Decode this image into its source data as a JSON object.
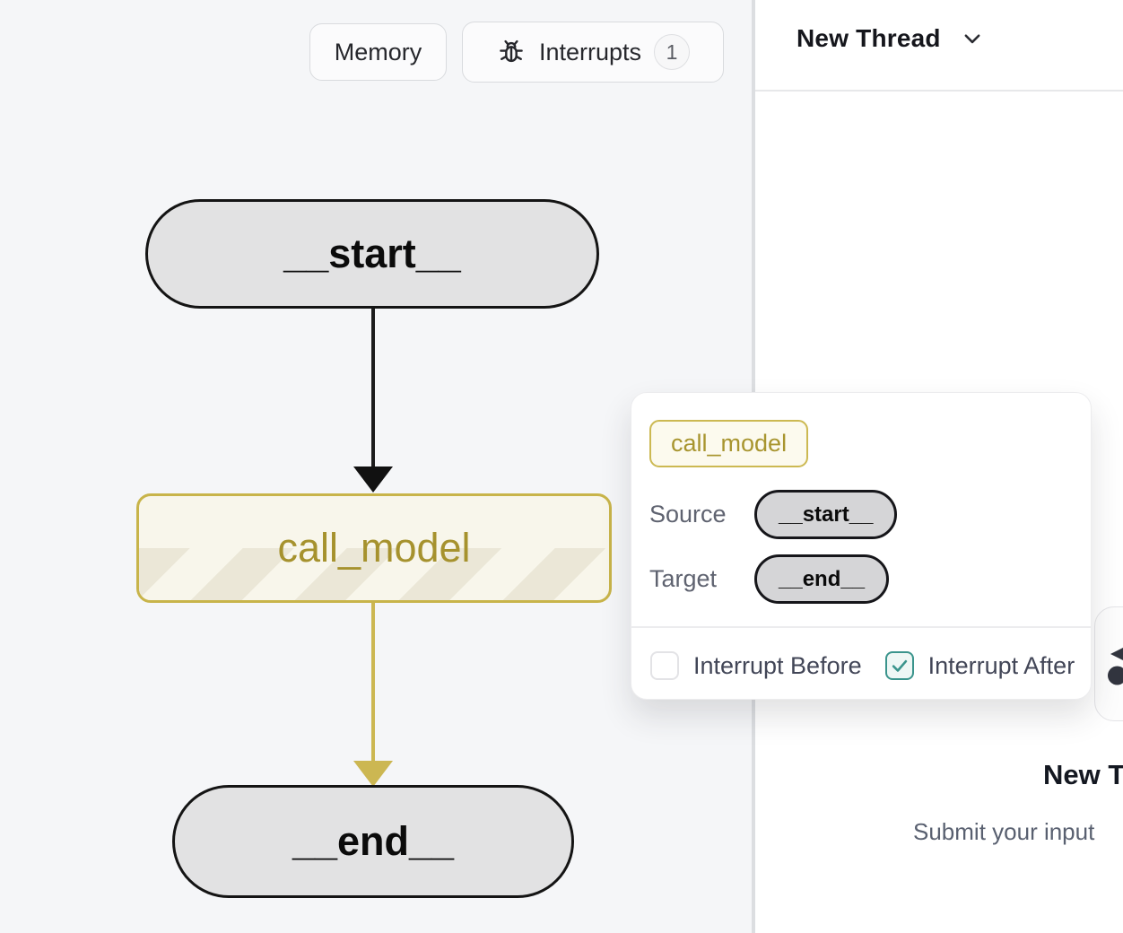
{
  "toolbar": {
    "memory_label": "Memory",
    "interrupts_label": "Interrupts",
    "interrupts_count": "1"
  },
  "thread_header": {
    "title": "New Thread"
  },
  "graph": {
    "nodes": [
      {
        "id": "__start__",
        "type": "terminal"
      },
      {
        "id": "call_model",
        "type": "task",
        "highlighted": true
      },
      {
        "id": "__end__",
        "type": "terminal"
      }
    ],
    "edges": [
      {
        "from": "__start__",
        "to": "call_model",
        "color": "#1c1c1c"
      },
      {
        "from": "call_model",
        "to": "__end__",
        "color": "#ccb752"
      }
    ]
  },
  "popup": {
    "node_label": "call_model",
    "source_label": "Source",
    "source_value": "__start__",
    "target_label": "Target",
    "target_value": "__end__",
    "interrupt_before_label": "Interrupt Before",
    "interrupt_before_checked": false,
    "interrupt_after_label": "Interrupt After",
    "interrupt_after_checked": true
  },
  "empty_state": {
    "title": "New Thread",
    "subtitle": "Submit your input"
  },
  "colors": {
    "canvas_bg": "#f5f6f8",
    "node_gray": "#e2e2e3",
    "node_border": "#141414",
    "accent_olive": "#c8b44a",
    "accent_olive_text": "#a6922e",
    "accent_cream": "#f8f6eb",
    "stripe_beige": "#ebe7d7",
    "teal": "#3a948c"
  }
}
